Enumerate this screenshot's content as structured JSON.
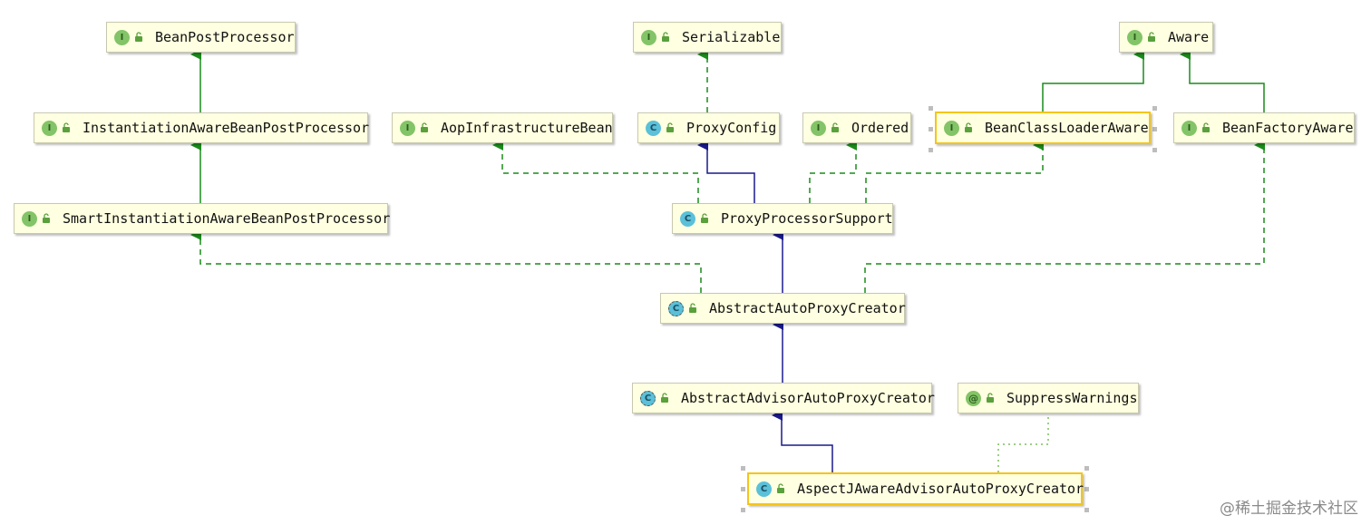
{
  "nodes": [
    {
      "id": "beanpostprocessor",
      "kind": "interface",
      "badge": "I",
      "label": "BeanPostProcessor"
    },
    {
      "id": "serializable",
      "kind": "interface",
      "badge": "I",
      "label": "Serializable"
    },
    {
      "id": "aware",
      "kind": "interface",
      "badge": "I",
      "label": "Aware"
    },
    {
      "id": "instantiationawarebeanpostprocessor",
      "kind": "interface",
      "badge": "I",
      "label": "InstantiationAwareBeanPostProcessor"
    },
    {
      "id": "aopinfrastructurebean",
      "kind": "interface",
      "badge": "I",
      "label": "AopInfrastructureBean"
    },
    {
      "id": "proxyconfig",
      "kind": "class",
      "badge": "C",
      "label": "ProxyConfig"
    },
    {
      "id": "ordered",
      "kind": "interface",
      "badge": "I",
      "label": "Ordered"
    },
    {
      "id": "beanclassloaderaware",
      "kind": "interface",
      "badge": "I",
      "label": "BeanClassLoaderAware",
      "selected": true
    },
    {
      "id": "beanfactoryaware",
      "kind": "interface",
      "badge": "I",
      "label": "BeanFactoryAware"
    },
    {
      "id": "smartinstantiationawarebeanpostprocessor",
      "kind": "interface",
      "badge": "I",
      "label": "SmartInstantiationAwareBeanPostProcessor"
    },
    {
      "id": "proxyprocessorsupport",
      "kind": "class",
      "badge": "C",
      "label": "ProxyProcessorSupport"
    },
    {
      "id": "abstractautoproxycreator",
      "kind": "abstract",
      "badge": "C",
      "label": "AbstractAutoProxyCreator"
    },
    {
      "id": "abstractadvisorautoproxycreator",
      "kind": "abstract",
      "badge": "C",
      "label": "AbstractAdvisorAutoProxyCreator"
    },
    {
      "id": "suppresswarnings",
      "kind": "annotation",
      "badge": "@",
      "label": "SuppressWarnings"
    },
    {
      "id": "aspectjawareadvisorautoproxycreator",
      "kind": "class",
      "badge": "C",
      "label": "AspectJAwareAdvisorAutoProxyCreator",
      "selected": true
    }
  ],
  "colors": {
    "implements": "#1a8c1a",
    "extends": "#1a1a8c",
    "annotation_link": "#7bbf5a",
    "node_fill": "#ffffe1",
    "selection": "#f5c518"
  },
  "watermark": "@稀土掘金技术社区"
}
